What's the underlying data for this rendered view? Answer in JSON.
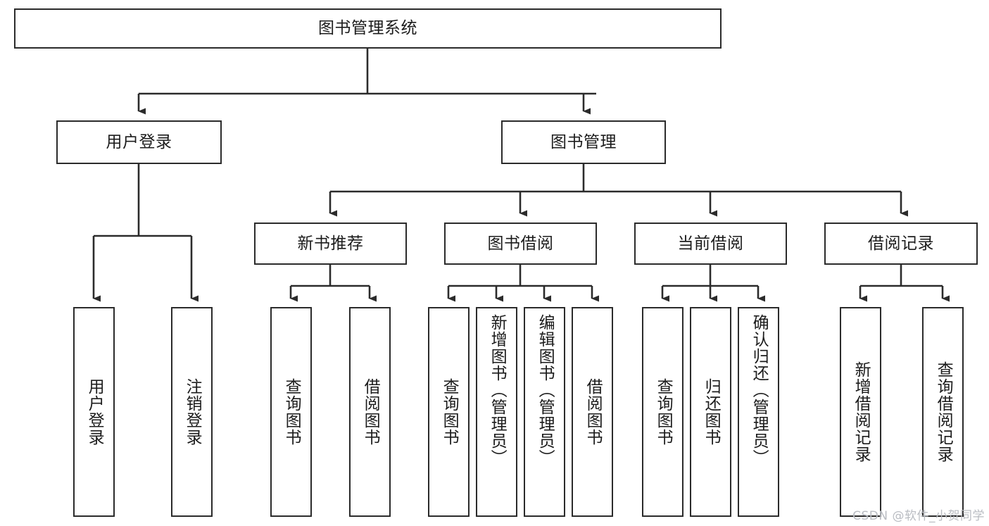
{
  "diagram": {
    "title": "图书管理系统",
    "type": "hierarchy-tree",
    "colors": {
      "stroke": "#2b2b2b",
      "fill": "#ffffff",
      "text": "#1c1c1c",
      "watermark": "#b9bcc2"
    },
    "root": {
      "label": "图书管理系统"
    },
    "level2": [
      {
        "label": "用户登录"
      },
      {
        "label": "图书管理"
      }
    ],
    "level3": [
      {
        "label": "新书推荐"
      },
      {
        "label": "图书借阅"
      },
      {
        "label": "当前借阅"
      },
      {
        "label": "借阅记录"
      }
    ],
    "leaves": {
      "user_login": [
        {
          "label": "用户登录"
        },
        {
          "label": "注销登录"
        }
      ],
      "new_book": [
        {
          "label": "查询图书"
        },
        {
          "label": "借阅图书"
        }
      ],
      "book_borrow": [
        {
          "label": "查询图书"
        },
        {
          "label": "新增图书（管理员）"
        },
        {
          "label": "编辑图书（管理员）"
        },
        {
          "label": "借阅图书"
        }
      ],
      "current_borrow": [
        {
          "label": "查询图书"
        },
        {
          "label": "归还图书"
        },
        {
          "label": "确认归还（管理员）"
        }
      ],
      "borrow_record": [
        {
          "label": "新增借阅记录"
        },
        {
          "label": "查询借阅记录"
        }
      ]
    }
  },
  "watermark": {
    "text": "CSDN @软件_小贺同学"
  }
}
